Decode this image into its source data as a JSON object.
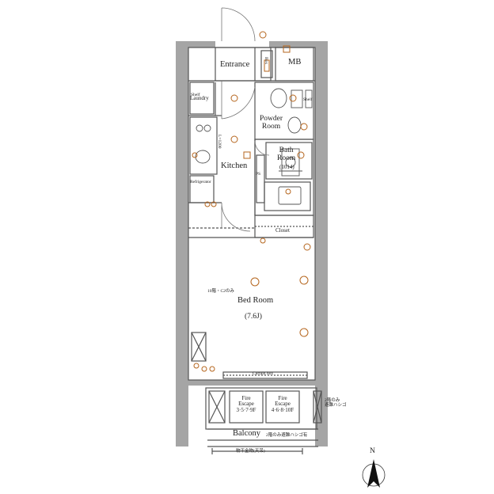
{
  "plan": {
    "rooms": {
      "entrance": "Entrance",
      "mb": "MB",
      "box": "Box",
      "shelf_left": "Shelf",
      "shelf_right": "Shelf",
      "laundry": "Laundry",
      "powder": "Powder\nRoom",
      "bath": "Bath\nRoom",
      "bath_size": "(1014)",
      "kitchen": "Kitchen",
      "refrigerator": "Refrigerator",
      "closet": "Closet",
      "bedroom": "Bed Room",
      "bedroom_size": "(7.6J)",
      "curtain_box": "Curtain box",
      "fire_escape_1": "Fire\nEscape\n3·5·7·9F",
      "fire_escape_2": "Fire\nEscape\n4·6·8·10F",
      "balcony": "Balcony"
    },
    "markers": {
      "l_dim": "L=1200",
      "ps": "PS",
      "c2_note": "10階・C2のみ",
      "ladder_note_1": "2階のみ\n避難ハシゴ",
      "ladder_note_2": "2階のみ避難ハシゴ有",
      "drying_hardware": "物干金物(天吊)",
      "north": "N"
    },
    "colors": {
      "wall": "#a5a5a5",
      "line": "#555555",
      "fixture": "#b5651d"
    }
  }
}
